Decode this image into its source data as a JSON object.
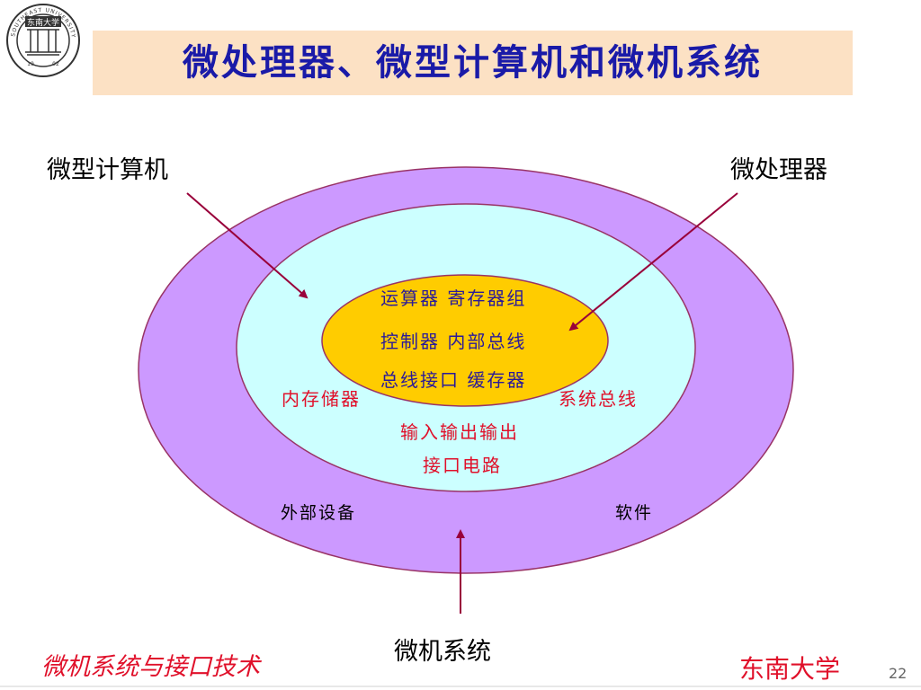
{
  "slide": {
    "title": "微处理器、微型计算机和微机系统",
    "page_number": "22"
  },
  "logo": {
    "emblem_text": "东南大学",
    "ring_text": "SOUTHEAST UNIVERSITY",
    "year_left": "19",
    "year_right": "02"
  },
  "callouts": {
    "microcomputer": "微型计算机",
    "microprocessor": "微处理器",
    "microcomputer_system": "微机系统"
  },
  "core": {
    "line1": "运算器   寄存器组",
    "line2": "控制器   内部总线",
    "line3": "总线接口  缓存器"
  },
  "middle": {
    "memory": "内存储器",
    "system_bus": "系统总线",
    "io_line1": "输入输出输出",
    "io_line2": "接口电路"
  },
  "outer": {
    "peripherals": "外部设备",
    "software": "软件"
  },
  "footer": {
    "course": "微机系统与接口技术",
    "university": "东南大学"
  },
  "colors": {
    "outer_ring": "#cc99ff",
    "middle_ring": "#ccffff",
    "core": "#ffcc00",
    "ellipse_stroke": "#993366",
    "arrow": "#99003a",
    "title_text": "#1a1aa8",
    "title_background": "#fce1c4",
    "red_text": "#e0102a",
    "purple_text": "#2a1a9a"
  }
}
